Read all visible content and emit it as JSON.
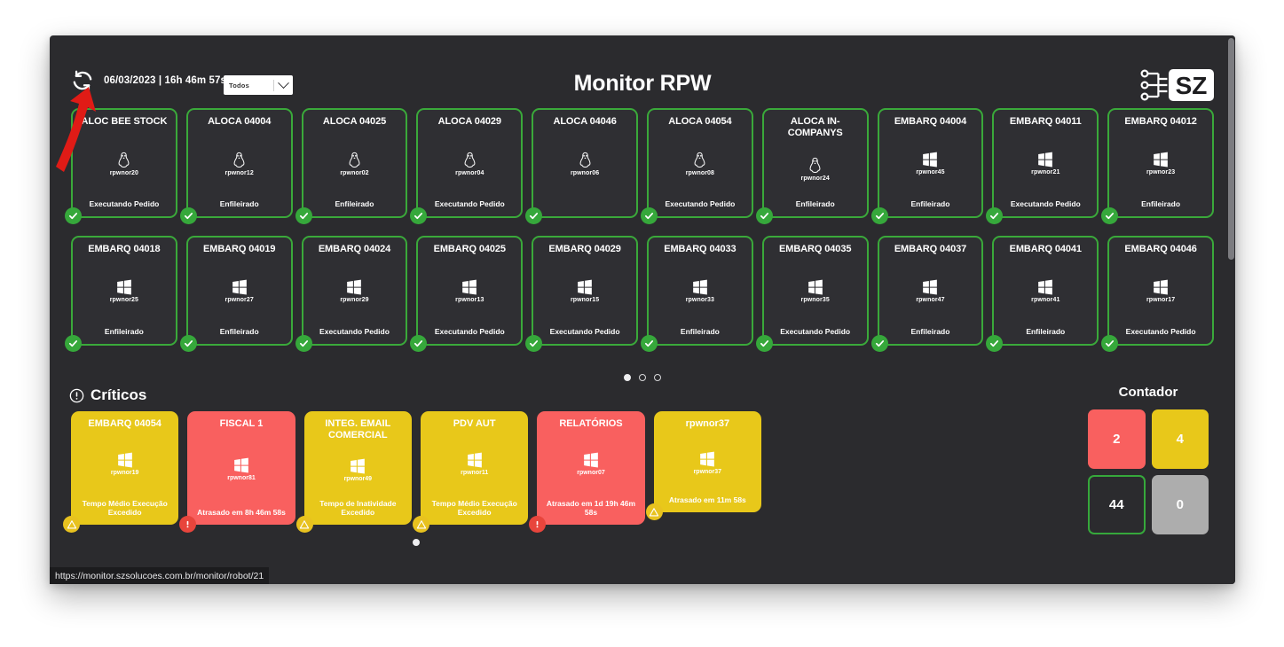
{
  "header": {
    "timestamp": "06/03/2023 | 16h 46m 57s",
    "filter_value": "Todos",
    "title": "Monitor RPW",
    "logo_text": "SZ",
    "refresh_icon": "refresh-icon",
    "chevron_icon": "chevron-down-icon"
  },
  "robots": [
    {
      "title": "ALOC BEE STOCK",
      "os": "linux",
      "host": "rpwnor20",
      "status": "Executando Pedido",
      "badge": "check"
    },
    {
      "title": "ALOCA 04004",
      "os": "linux",
      "host": "rpwnor12",
      "status": "Enfileirado",
      "badge": "check"
    },
    {
      "title": "ALOCA 04025",
      "os": "linux",
      "host": "rpwnor02",
      "status": "Enfileirado",
      "badge": "check"
    },
    {
      "title": "ALOCA 04029",
      "os": "linux",
      "host": "rpwnor04",
      "status": "Executando Pedido",
      "badge": "check"
    },
    {
      "title": "ALOCA 04046",
      "os": "linux",
      "host": "rpwnor06",
      "status": "",
      "badge": "check"
    },
    {
      "title": "ALOCA 04054",
      "os": "linux",
      "host": "rpwnor08",
      "status": "Executando Pedido",
      "badge": "check"
    },
    {
      "title": "ALOCA IN-COMPANYS",
      "os": "linux",
      "host": "rpwnor24",
      "status": "Enfileirado",
      "badge": "check"
    },
    {
      "title": "EMBARQ 04004",
      "os": "windows",
      "host": "rpwnor45",
      "status": "Enfileirado",
      "badge": "check"
    },
    {
      "title": "EMBARQ 04011",
      "os": "windows",
      "host": "rpwnor21",
      "status": "Executando Pedido",
      "badge": "check"
    },
    {
      "title": "EMBARQ 04012",
      "os": "windows",
      "host": "rpwnor23",
      "status": "Enfileirado",
      "badge": "check"
    },
    {
      "title": "EMBARQ 04018",
      "os": "windows",
      "host": "rpwnor25",
      "status": "Enfileirado",
      "badge": "check"
    },
    {
      "title": "EMBARQ 04019",
      "os": "windows",
      "host": "rpwnor27",
      "status": "Enfileirado",
      "badge": "check"
    },
    {
      "title": "EMBARQ 04024",
      "os": "windows",
      "host": "rpwnor29",
      "status": "Executando Pedido",
      "badge": "check"
    },
    {
      "title": "EMBARQ 04025",
      "os": "windows",
      "host": "rpwnor13",
      "status": "Executando Pedido",
      "badge": "check"
    },
    {
      "title": "EMBARQ 04029",
      "os": "windows",
      "host": "rpwnor15",
      "status": "Executando Pedido",
      "badge": "check"
    },
    {
      "title": "EMBARQ 04033",
      "os": "windows",
      "host": "rpwnor33",
      "status": "Enfileirado",
      "badge": "check"
    },
    {
      "title": "EMBARQ 04035",
      "os": "windows",
      "host": "rpwnor35",
      "status": "Executando Pedido",
      "badge": "check"
    },
    {
      "title": "EMBARQ 04037",
      "os": "windows",
      "host": "rpwnor47",
      "status": "Enfileirado",
      "badge": "check"
    },
    {
      "title": "EMBARQ 04041",
      "os": "windows",
      "host": "rpwnor41",
      "status": "Enfileirado",
      "badge": "check"
    },
    {
      "title": "EMBARQ 04046",
      "os": "windows",
      "host": "rpwnor17",
      "status": "Executando Pedido",
      "badge": "check"
    }
  ],
  "robots_pagination": {
    "total": 3,
    "active": 0
  },
  "criticos": {
    "title": "Críticos",
    "warning_icon": "exclamation-circle-icon",
    "cards": [
      {
        "title": "EMBARQ 04054",
        "os": "windows",
        "host": "rpwnor19",
        "status": "Tempo Médio Execução Excedido",
        "color": "yellow",
        "badge": "warning"
      },
      {
        "title": "FISCAL 1",
        "os": "windows",
        "host": "rpwnor81",
        "status": "Atrasado em 8h 46m 58s",
        "color": "red",
        "badge": "error"
      },
      {
        "title": "INTEG. EMAIL COMERCIAL",
        "os": "windows",
        "host": "rpwnor49",
        "status": "Tempo de Inatividade Excedido",
        "color": "yellow",
        "badge": "warning"
      },
      {
        "title": "PDV AUT",
        "os": "windows",
        "host": "rpwnor11",
        "status": "Tempo Médio Execução Excedido",
        "color": "yellow",
        "badge": "warning"
      },
      {
        "title": "RELATÓRIOS",
        "os": "windows",
        "host": "rpwnor07",
        "status": "Atrasado em 1d 19h 46m 58s",
        "color": "red",
        "badge": "error"
      },
      {
        "title": "rpwnor37",
        "os": "windows",
        "host": "rpwnor37",
        "status": "Atrasado em 11m 58s",
        "color": "yellow",
        "badge": "warning",
        "short": true
      }
    ],
    "pagination": {
      "total": 1,
      "active": 0
    }
  },
  "contador": {
    "title": "Contador",
    "boxes": [
      {
        "value": "2",
        "color": "red"
      },
      {
        "value": "4",
        "color": "yellow"
      },
      {
        "value": "44",
        "color": "green"
      },
      {
        "value": "0",
        "color": "gray"
      }
    ]
  },
  "status_bar": {
    "url": "https://monitor.szsolucoes.com.br/monitor/robot/21"
  },
  "annotation": {
    "type": "red-arrow",
    "points_to": "refresh-icon"
  },
  "colors": {
    "panel_bg": "#2b2b2e",
    "card_bg": "#2f2f33",
    "green": "#3aa93a",
    "yellow": "#e8c81a",
    "red": "#f9605f",
    "gray": "#adadad",
    "annotation_red": "#e01b16"
  }
}
